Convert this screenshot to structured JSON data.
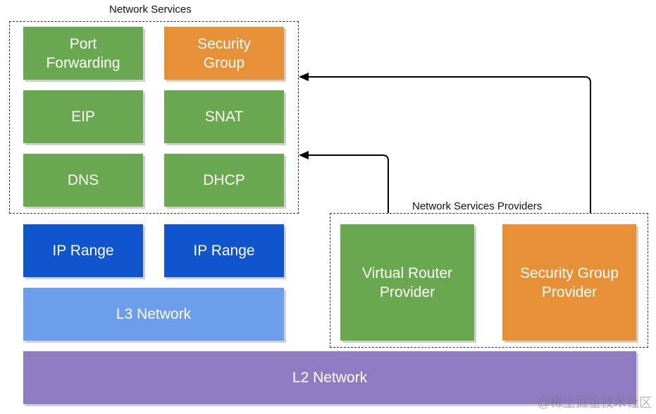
{
  "groups": {
    "network_services": "Network Services",
    "providers": "Network Services Providers"
  },
  "services": [
    {
      "label": "Port\nForwarding",
      "color": "#6aa84f"
    },
    {
      "label": "Security\nGroup",
      "color": "#e69138"
    },
    {
      "label": "EIP",
      "color": "#6aa84f"
    },
    {
      "label": "SNAT",
      "color": "#6aa84f"
    },
    {
      "label": "DNS",
      "color": "#6aa84f"
    },
    {
      "label": "DHCP",
      "color": "#6aa84f"
    }
  ],
  "ip_ranges": [
    "IP Range",
    "IP Range"
  ],
  "l3": "L3 Network",
  "l2": "L2 Network",
  "providers": [
    {
      "label": "Virtual Router\nProvider",
      "color": "#6aa84f"
    },
    {
      "label": "Security Group\nProvider",
      "color": "#e69138"
    }
  ],
  "watermark": "@稀土掘金技术社区"
}
